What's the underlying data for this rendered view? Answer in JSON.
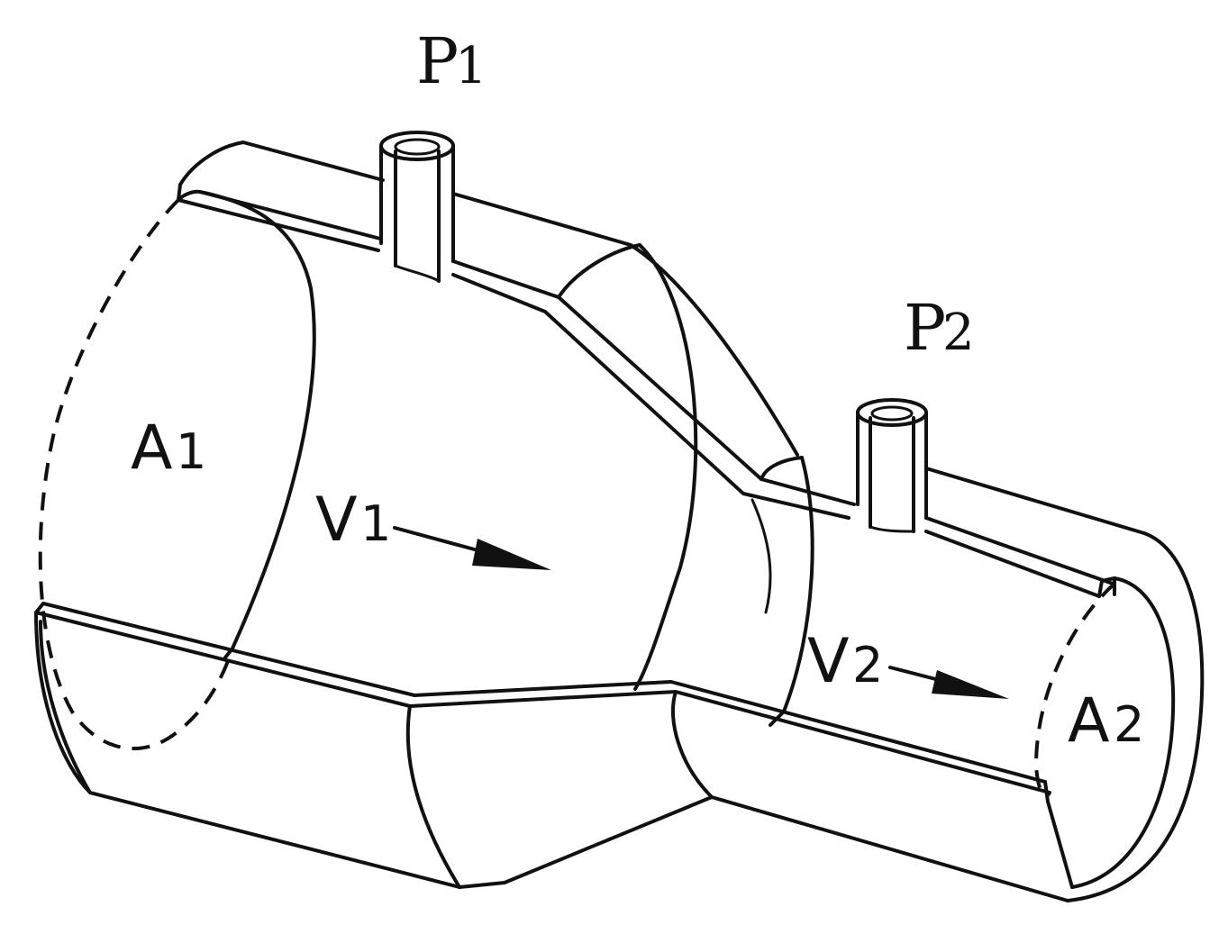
{
  "diagram": {
    "labels": {
      "p1": {
        "main": "P",
        "sub": "1"
      },
      "p2": {
        "main": "P",
        "sub": "2"
      },
      "a1": {
        "main": "A",
        "sub": "1"
      },
      "a2": {
        "main": "A",
        "sub": "2"
      },
      "v1": {
        "main": "V",
        "sub": "1"
      },
      "v2": {
        "main": "V",
        "sub": "2"
      }
    },
    "colors": {
      "stroke": "#111111",
      "background": "#ffffff"
    }
  }
}
